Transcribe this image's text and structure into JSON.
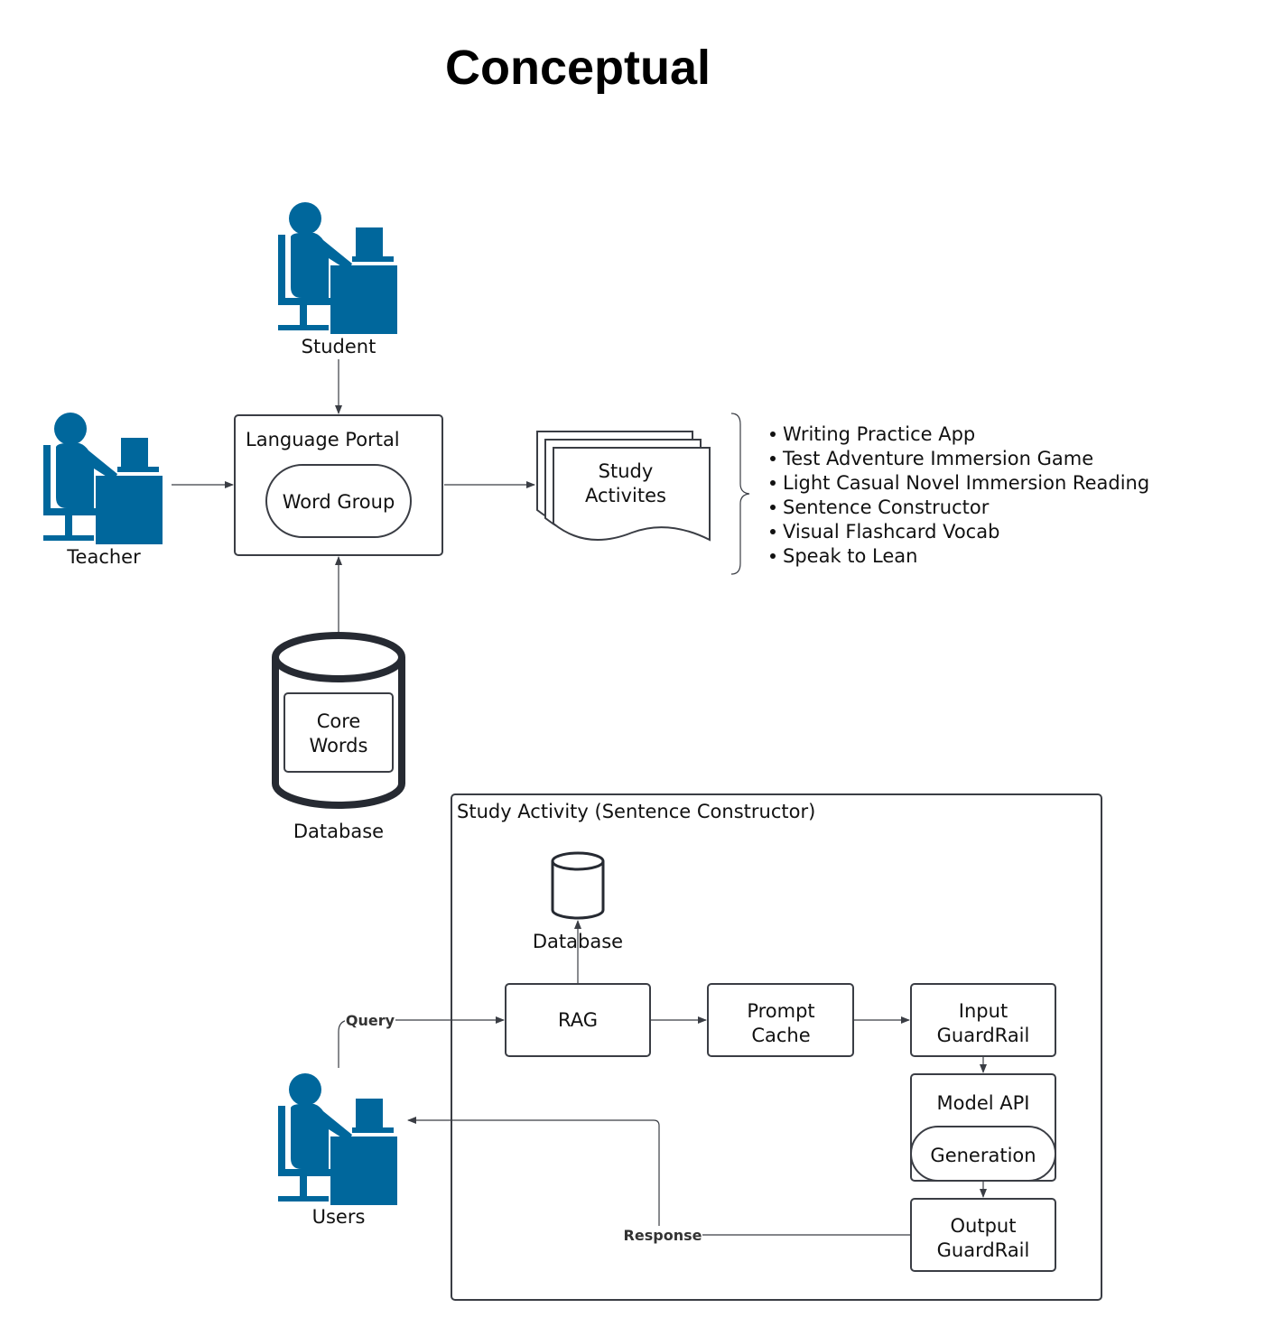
{
  "title": "Conceptual",
  "actors": {
    "student": "Student",
    "teacher": "Teacher",
    "users": "Users"
  },
  "language_portal": {
    "label": "Language Portal",
    "word_group": "Word Group"
  },
  "study_activities": {
    "line1": "Study",
    "line2": "Activites"
  },
  "activity_list": [
    "Writing Practice App",
    "Test Adventure Immersion Game",
    "Light Casual Novel Immersion Reading",
    "Sentence Constructor",
    "Visual Flashcard Vocab",
    "Speak to Lean"
  ],
  "core_db": {
    "inner_line1": "Core",
    "inner_line2": "Words",
    "label": "Database"
  },
  "sentence_constructor": {
    "container_label": "Study Activity (Sentence Constructor)",
    "db_label": "Database",
    "rag": "RAG",
    "prompt_cache_line1": "Prompt",
    "prompt_cache_line2": "Cache",
    "input_guard_line1": "Input",
    "input_guard_line2": "GuardRail",
    "model_api": "Model API",
    "generation": "Generation",
    "output_guard_line1": "Output",
    "output_guard_line2": "GuardRail",
    "query_label": "Query",
    "response_label": "Response"
  },
  "colors": {
    "person_fill": "#00679c",
    "stroke": "#3a3d44"
  }
}
